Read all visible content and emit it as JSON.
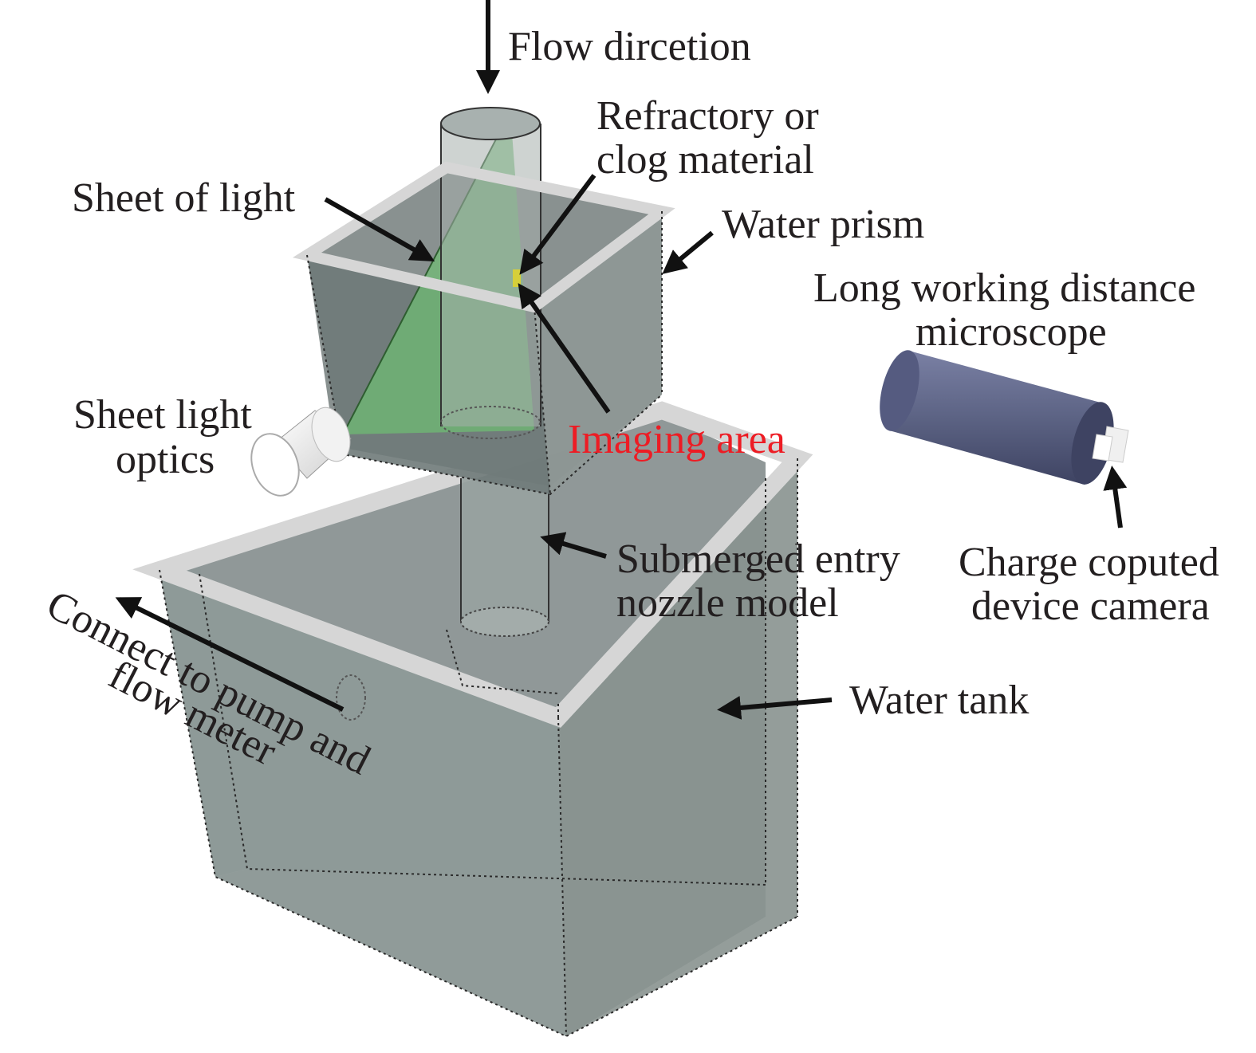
{
  "labels": {
    "flow_direction": "Flow dircetion",
    "refractory_line1": "Refractory or",
    "refractory_line2": "clog material",
    "sheet_of_light": "Sheet of light",
    "water_prism": "Water prism",
    "microscope_line1": "Long working distance",
    "microscope_line2": "microscope",
    "sheet_optics_line1": "Sheet light",
    "sheet_optics_line2": "optics",
    "imaging_area": "Imaging area",
    "nozzle_line1": "Submerged entry",
    "nozzle_line2": "nozzle model",
    "camera_line1": "Charge coputed",
    "camera_line2": "device camera",
    "pump_line1": "Connect to pump and",
    "pump_line2": "flow meter",
    "water_tank": "Water tank"
  },
  "colors": {
    "text": "#231f20",
    "highlight_text": "#ed1c24",
    "light_sheet": "#6fbf73",
    "glass": "#8e9a98",
    "microscope": "#5c6384",
    "clog": "#d6cf3a"
  }
}
